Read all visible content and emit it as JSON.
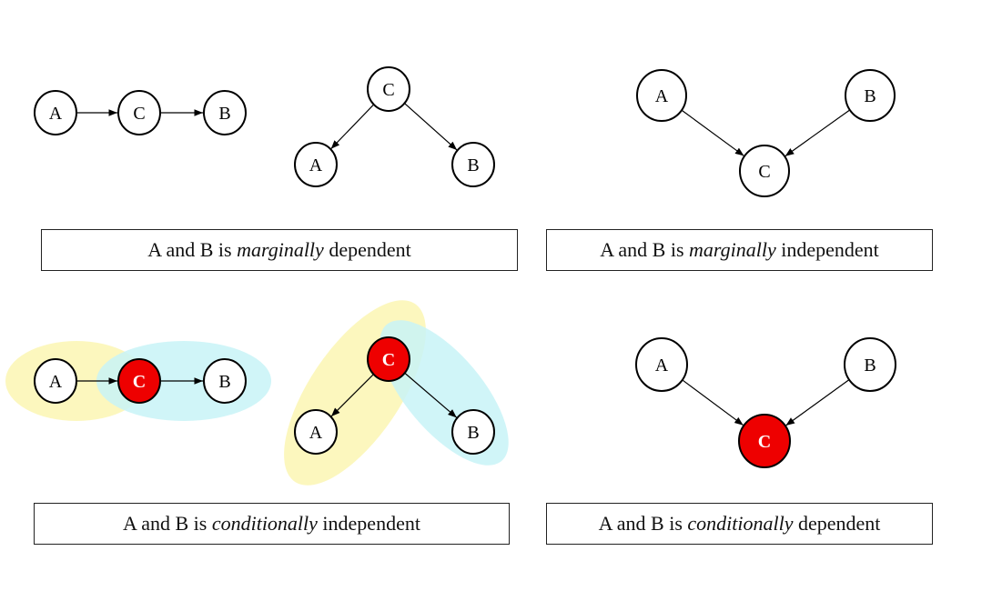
{
  "colors": {
    "observed_fill": "#ee0000",
    "yellow_region": "#fbf6b3",
    "cyan_region": "#c8f3f7"
  },
  "captions": [
    {
      "before": "A and B is ",
      "emph": "marginally",
      "after": " dependent"
    },
    {
      "before": "A and B is ",
      "emph": "marginally",
      "after": " independent"
    },
    {
      "before": "A and B is ",
      "emph": "conditionally",
      "after": " independent"
    },
    {
      "before": "A and B is ",
      "emph": "conditionally",
      "after": " dependent"
    }
  ],
  "diagrams": [
    {
      "name": "chain-top",
      "nodes": [
        {
          "id": "A",
          "observed": false
        },
        {
          "id": "C",
          "observed": false
        },
        {
          "id": "B",
          "observed": false
        }
      ],
      "edges": [
        [
          "A",
          "C"
        ],
        [
          "C",
          "B"
        ]
      ]
    },
    {
      "name": "fork-top",
      "nodes": [
        {
          "id": "C",
          "observed": false
        },
        {
          "id": "A",
          "observed": false
        },
        {
          "id": "B",
          "observed": false
        }
      ],
      "edges": [
        [
          "C",
          "A"
        ],
        [
          "C",
          "B"
        ]
      ]
    },
    {
      "name": "collider-top",
      "nodes": [
        {
          "id": "A",
          "observed": false
        },
        {
          "id": "B",
          "observed": false
        },
        {
          "id": "C",
          "observed": false
        }
      ],
      "edges": [
        [
          "A",
          "C"
        ],
        [
          "B",
          "C"
        ]
      ]
    },
    {
      "name": "chain-bottom",
      "nodes": [
        {
          "id": "A",
          "observed": false
        },
        {
          "id": "C",
          "observed": true
        },
        {
          "id": "B",
          "observed": false
        }
      ],
      "edges": [
        [
          "A",
          "C"
        ],
        [
          "C",
          "B"
        ]
      ]
    },
    {
      "name": "fork-bottom",
      "nodes": [
        {
          "id": "C",
          "observed": true
        },
        {
          "id": "A",
          "observed": false
        },
        {
          "id": "B",
          "observed": false
        }
      ],
      "edges": [
        [
          "C",
          "A"
        ],
        [
          "C",
          "B"
        ]
      ]
    },
    {
      "name": "collider-bottom",
      "nodes": [
        {
          "id": "A",
          "observed": false
        },
        {
          "id": "B",
          "observed": false
        },
        {
          "id": "C",
          "observed": true
        }
      ],
      "edges": [
        [
          "A",
          "C"
        ],
        [
          "B",
          "C"
        ]
      ]
    }
  ]
}
